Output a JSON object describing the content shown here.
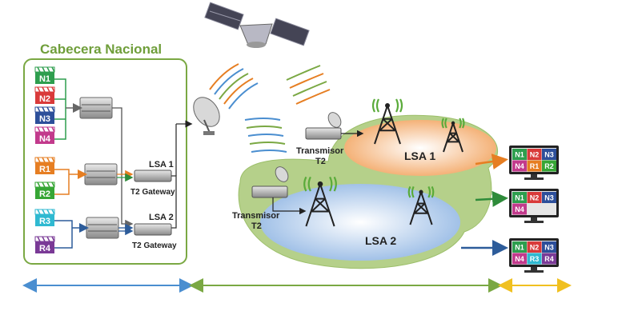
{
  "title": "Cabecera Nacional",
  "channels": [
    "N1",
    "N2",
    "N3",
    "N4",
    "R1",
    "R2",
    "R3",
    "R4"
  ],
  "colors": {
    "N1": "#2e9e4e",
    "N2": "#d93a3a",
    "N3": "#2d4f9a",
    "N4": "#c23a8c",
    "R1": "#e67e22",
    "R2": "#36a635",
    "R3": "#2fb9d1",
    "R4": "#7a3a96",
    "green": "#7aa843",
    "blue": "#4a8ed0",
    "yellow": "#f0c020",
    "orange": "#e67e22",
    "darkblue": "#2d5c9a"
  },
  "gateways": [
    {
      "lsa": "LSA 1",
      "label": "T2 Gateway"
    },
    {
      "lsa": "LSA 2",
      "label": "T2 Gateway"
    }
  ],
  "transmitters": [
    {
      "line1": "Transmisor",
      "line2": "T2"
    },
    {
      "line1": "Transmisor",
      "line2": "T2"
    }
  ],
  "areas": [
    "LSA 1",
    "LSA 2"
  ],
  "screens": [
    {
      "tiles": [
        "N1",
        "N2",
        "N3",
        "N4",
        "R1",
        "R2"
      ]
    },
    {
      "tiles": [
        "N1",
        "N2",
        "N3",
        "N4"
      ]
    },
    {
      "tiles": [
        "N1",
        "N2",
        "N3",
        "N4",
        "R3",
        "R4"
      ]
    }
  ]
}
